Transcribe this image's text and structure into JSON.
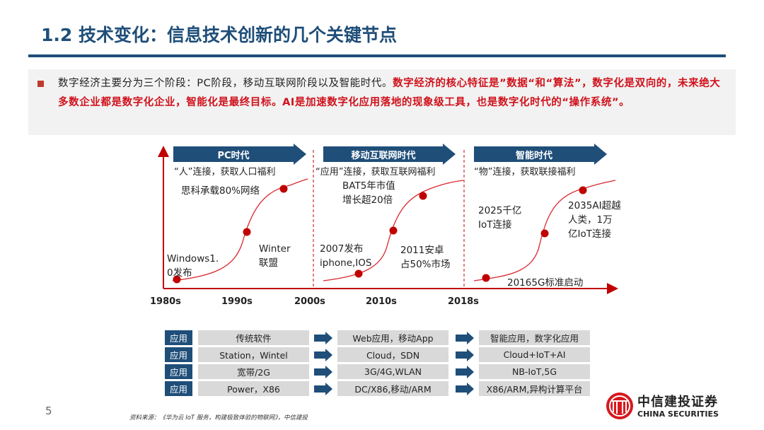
{
  "title": "1.2  技术变化：信息技术创新的几个关键节点",
  "summary": {
    "plain": "数字经济主要分为三个阶段：PC阶段，移动互联网阶段以及智能时代。",
    "highlight": "数字经济的核心特征是”数据“和“算法”，数字化是双向的，未来绝大多数企业都是数字化企业，智能化是最终目标。AI是加速数字化应用落地的现象级工具，也是数字化时代的“操作系统”。"
  },
  "diagram": {
    "eras": [
      {
        "label": "PC时代",
        "subtitle": "“人”连接，获取人口福利"
      },
      {
        "label": "移动互联网时代",
        "subtitle": "“应用”连接，获取互联网福利"
      },
      {
        "label": "智能时代",
        "subtitle": "“物”连接，获取联接福利"
      }
    ],
    "annotations": [
      "Windows1.\n0发布",
      "Winter\n联盟",
      "思科承载80%网络",
      "2007发布\niphone,IOS",
      "2011安卓\n占50%市场",
      "BAT5年市值\n增长超20倍",
      "20165G标准启动",
      "2025千亿\nIoT连接",
      "2035AI超越\n人类，1万\n亿IoT连接"
    ],
    "x_ticks": [
      "1980s",
      "1990s",
      "2000s",
      "2010s",
      "2018s"
    ],
    "colors": {
      "accent": "#1f4e79",
      "curve": "#c00000"
    }
  },
  "table": {
    "row_label": "应用",
    "rows": [
      [
        "传统软件",
        "Web应用，移动App",
        "智能应用，数字化应用"
      ],
      [
        "Station，Wintel",
        "Cloud，SDN",
        "Cloud+IoT+AI"
      ],
      [
        "宽带/2G",
        "3G/4G,WLAN",
        "NB-IoT,5G"
      ],
      [
        "Power，X86",
        "DC/X86,移动/ARM",
        "X86/ARM,异构计算平台"
      ]
    ]
  },
  "page_number": "5",
  "source": "资料来源：《华为云 IoT 服务，构建极致体验的物联网》，中信建投",
  "logo": {
    "cn": "中信建投证券",
    "en": "CHINA SECURITIES"
  }
}
